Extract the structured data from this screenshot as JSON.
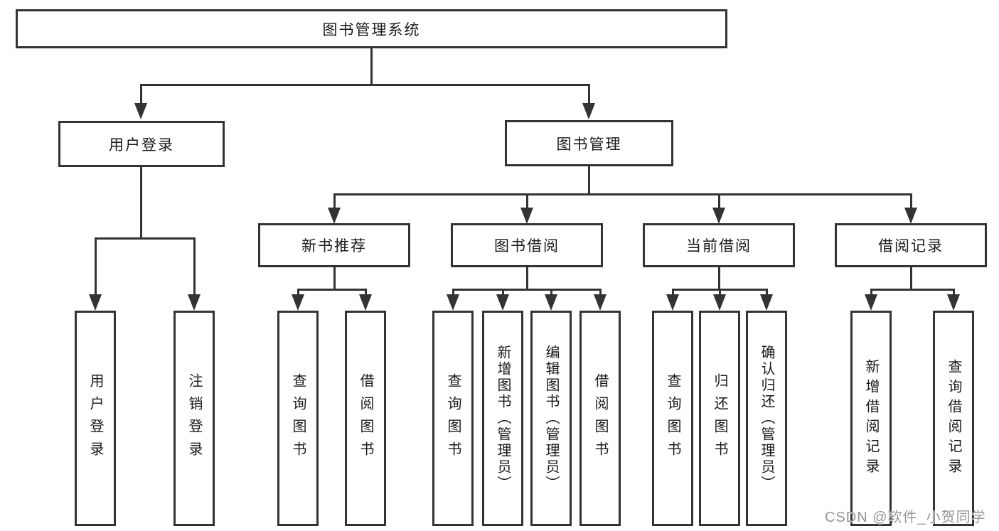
{
  "watermark": "CSDN @软件_小贺同学",
  "colors": {
    "line": "#333333",
    "text": "#1a1a1a",
    "box_background": "#ffffff",
    "page_background": "#ffffff",
    "watermark": "#969696"
  },
  "tree": {
    "root": {
      "label": "图书管理系统"
    },
    "branches": [
      {
        "label": "用户登录",
        "children": [
          {
            "label": "用户登录"
          },
          {
            "label": "注销登录"
          }
        ]
      },
      {
        "label": "图书管理",
        "children": [
          {
            "label": "新书推荐",
            "children": [
              {
                "label": "查询图书"
              },
              {
                "label": "借阅图书"
              }
            ]
          },
          {
            "label": "图书借阅",
            "children": [
              {
                "label": "查询图书"
              },
              {
                "label": "新增图书（管理员）"
              },
              {
                "label": "编辑图书（管理员）"
              },
              {
                "label": "借阅图书"
              }
            ]
          },
          {
            "label": "当前借阅",
            "children": [
              {
                "label": "查询图书"
              },
              {
                "label": "归还图书"
              },
              {
                "label": "确认归还（管理员）"
              }
            ]
          },
          {
            "label": "借阅记录",
            "children": [
              {
                "label": "新增借阅记录"
              },
              {
                "label": "查询借阅记录"
              }
            ]
          }
        ]
      }
    ]
  }
}
